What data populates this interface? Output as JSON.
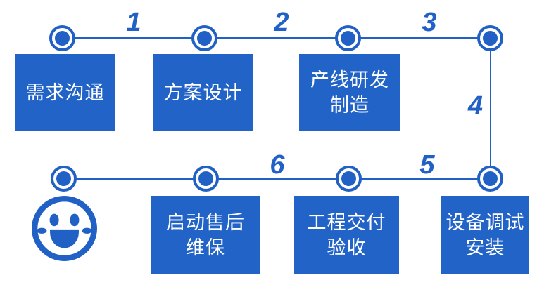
{
  "colors": {
    "accent": "#2161C6",
    "box_fill": "#2263C7",
    "box_text": "#FFFFFF",
    "background": "#FFFFFF"
  },
  "step_numbers": {
    "s1": "1",
    "s2": "2",
    "s3": "3",
    "s4": "4",
    "s5": "5",
    "s6": "6"
  },
  "stages": {
    "top": [
      {
        "label": "需求沟通"
      },
      {
        "label": "方案设计"
      },
      {
        "label": "产线研发\n制造"
      }
    ],
    "bottom": [
      {
        "label": "启动售后\n维保"
      },
      {
        "label": "工程交付\n验收"
      },
      {
        "label": "设备调试\n安装"
      }
    ]
  },
  "icons": {
    "smiley": "smiley-face"
  }
}
